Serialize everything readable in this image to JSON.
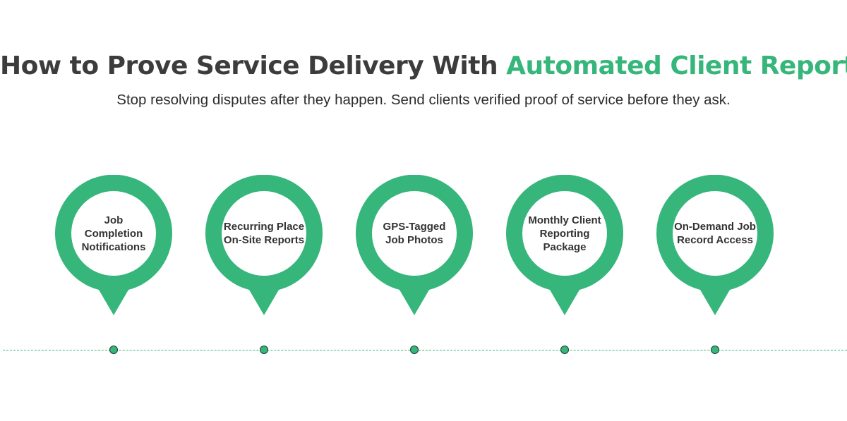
{
  "header": {
    "title_main": "How to Prove Service Delivery With",
    "title_accent": "Automated Client Reports",
    "subtitle": "Stop resolving disputes after they happen. Send clients verified proof of service before they ask."
  },
  "colors": {
    "accent": "#36b67a",
    "title": "#3c3c3c",
    "text": "#333333"
  },
  "steps": [
    {
      "lines": [
        "Job",
        "Completion",
        "Notifications"
      ],
      "icon": "location-pin-icon"
    },
    {
      "lines": [
        "Recurring Place",
        "On-Site Reports"
      ],
      "icon": "location-pin-icon"
    },
    {
      "lines": [
        "GPS-Tagged",
        "Job Photos"
      ],
      "icon": "location-pin-icon"
    },
    {
      "lines": [
        "Monthly Client",
        "Reporting",
        "Package"
      ],
      "icon": "location-pin-icon"
    },
    {
      "lines": [
        "On-Demand Job",
        "Record Access"
      ],
      "icon": "location-pin-icon"
    }
  ]
}
